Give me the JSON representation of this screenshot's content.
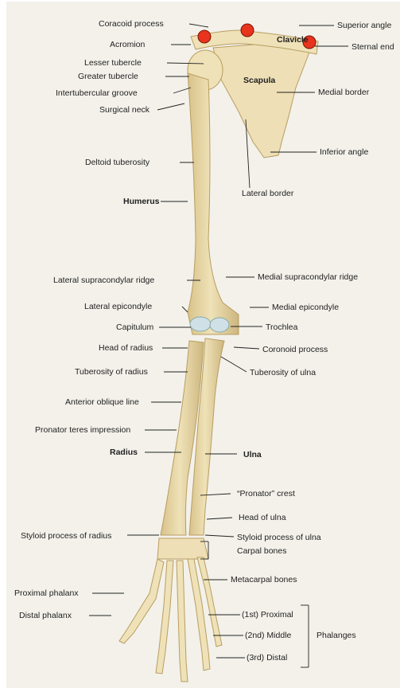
{
  "labels": {
    "coracoid_process": "Coracoid process",
    "acromion": "Acromion",
    "lesser_tubercle": "Lesser tubercle",
    "greater_tubercle": "Greater tubercle",
    "intertubercular_groove": "Intertubercular groove",
    "surgical_neck": "Surgical neck",
    "deltoid_tuberosity": "Deltoid tuberosity",
    "humerus": "Humerus",
    "superior_angle": "Superior angle",
    "clavicle": "Clavicle",
    "sternal_end": "Sternal end",
    "scapula": "Scapula",
    "medial_border": "Medial border",
    "inferior_angle": "Inferior angle",
    "lateral_border": "Lateral border",
    "lateral_supracondylar_ridge": "Lateral supracondylar ridge",
    "medial_supracondylar_ridge": "Medial supracondylar ridge",
    "lateral_epicondyle": "Lateral epicondyle",
    "medial_epicondyle": "Medial epicondyle",
    "capitulum": "Capitulum",
    "trochlea": "Trochlea",
    "head_of_radius": "Head of radius",
    "coronoid_process": "Coronoid process",
    "tuberosity_of_radius": "Tuberosity of radius",
    "tuberosity_of_ulna": "Tuberosity of ulna",
    "anterior_oblique_line": "Anterior oblique line",
    "pronator_teres_impression": "Pronator teres impression",
    "radius": "Radius",
    "ulna": "Ulna",
    "pronator_crest": "“Pronator” crest",
    "head_of_ulna": "Head of ulna",
    "styloid_process_of_radius": "Styloid process of radius",
    "styloid_process_of_ulna": "Styloid process of ulna",
    "carpal_bones": "Carpal bones",
    "metacarpal_bones": "Metacarpal bones",
    "proximal_phalanx": "Proximal phalanx",
    "distal_phalanx": "Distal phalanx",
    "first_proximal": "(1st) Proximal",
    "second_middle": "(2nd) Middle",
    "third_distal": "(3rd) Distal",
    "phalanges": "Phalanges"
  },
  "colors": {
    "bone": "#e9d9a8",
    "bone_shadow": "#c9b27a",
    "markers": "#e8341c",
    "background": "#f3f1ea"
  }
}
